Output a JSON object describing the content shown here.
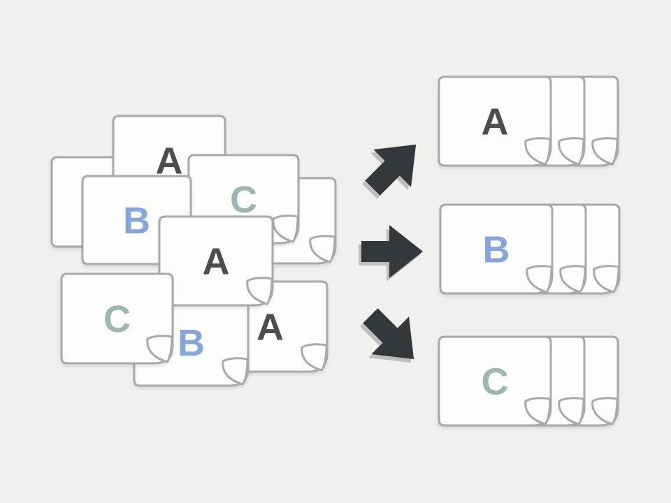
{
  "canvas": {
    "background": "#f0f0ee"
  },
  "style": {
    "page_fill": "#fdfdfc",
    "page_stroke": "#a9a9a9",
    "arrow_color": "#35383a"
  },
  "letter_colors": {
    "A": "#4b4d4f",
    "B": "#86a5db",
    "C": "#9bb7b1"
  },
  "pile": {
    "documents": [
      {
        "label": ""
      },
      {
        "label": "A"
      },
      {
        "label": ""
      },
      {
        "label": "C"
      },
      {
        "label": "B"
      },
      {
        "label": "A"
      },
      {
        "label": "B"
      },
      {
        "label": "A"
      },
      {
        "label": "C"
      }
    ]
  },
  "arrows": [
    {
      "direction": "up-right"
    },
    {
      "direction": "right"
    },
    {
      "direction": "down-right"
    }
  ],
  "stacks": [
    {
      "label": "A",
      "pages": 3
    },
    {
      "label": "B",
      "pages": 3
    },
    {
      "label": "C",
      "pages": 3
    }
  ]
}
